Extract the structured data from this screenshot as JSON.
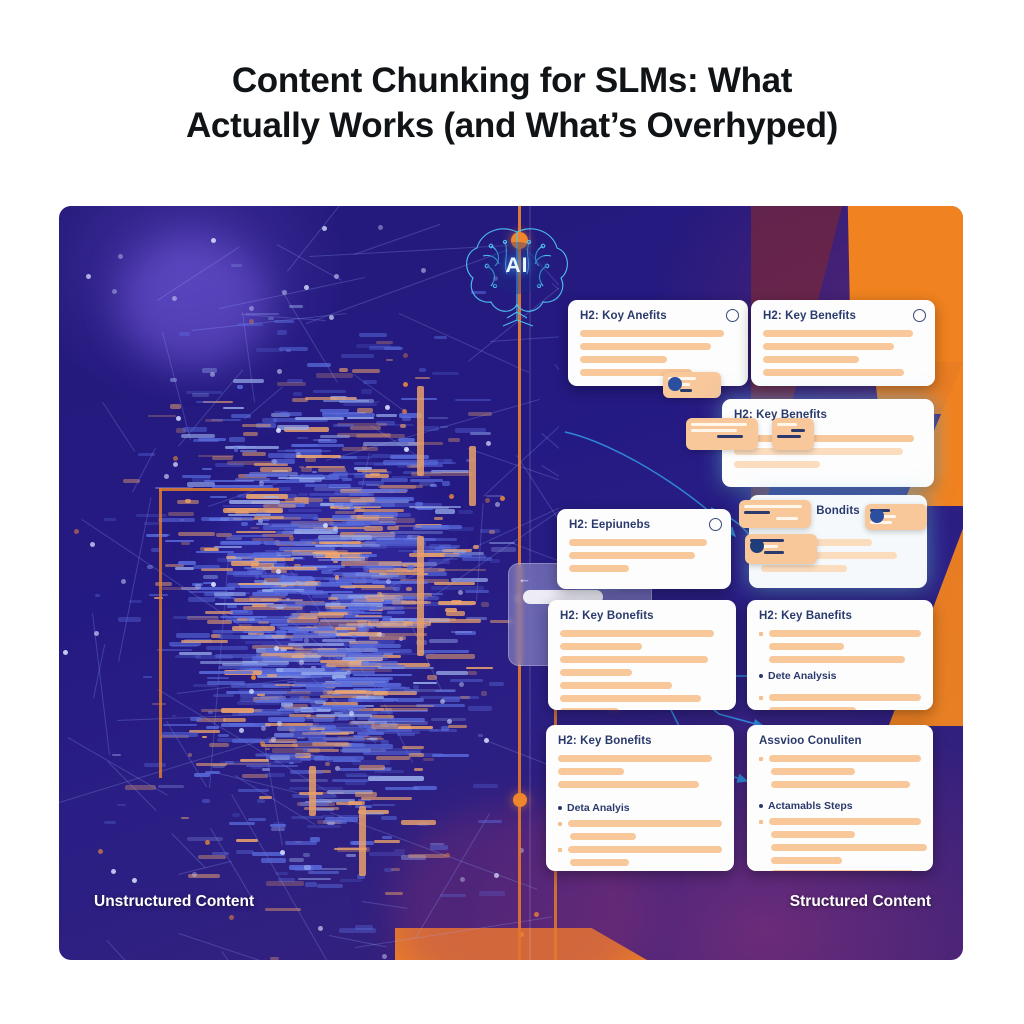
{
  "title": {
    "line1": "Content Chunking for SLMs: What",
    "line2": "Actually Works (and What’s Overhyped)"
  },
  "illustration": {
    "ai_badge": "AI",
    "caption_left": "Unstructured Content",
    "caption_right": "Structured Content",
    "colors": {
      "background_navy": "#24197a",
      "accent_orange": "#f0821f",
      "card_background": "#fdfdfd",
      "card_heading": "#2a3a6d",
      "bar_peach": "#f8c79a",
      "brain_cyan": "#4fc8f5",
      "arrow_blue": "#2f86d8",
      "maroon": "#6b2443"
    },
    "cards": [
      {
        "id": "card-1",
        "heading": "H2: Koy Anefits",
        "has_ring": true,
        "bars": 4,
        "bullets": []
      },
      {
        "id": "card-2",
        "heading": "H2: Key Benefits",
        "has_ring": true,
        "bars": 4,
        "bullets": []
      },
      {
        "id": "card-3",
        "heading": "H2: Key Benefits",
        "has_ring": false,
        "bars": 3,
        "bullets": []
      },
      {
        "id": "card-4",
        "heading": "H2: Eepiunebs",
        "has_ring": true,
        "bars": 3,
        "bullets": []
      },
      {
        "id": "card-5",
        "heading": "Bondits",
        "has_ring": false,
        "bars": 4,
        "bullets": []
      },
      {
        "id": "card-6",
        "heading": "H2: Key Bonefits",
        "has_ring": false,
        "bars": 6,
        "bullets": []
      },
      {
        "id": "card-7",
        "heading": "H2: Key Banefits",
        "has_ring": false,
        "bars": 3,
        "bullets": [
          "Dete Analysis"
        ]
      },
      {
        "id": "card-8",
        "heading": "H2: Key Bonefits",
        "has_ring": false,
        "bars": 3,
        "bullets": [
          "Deta Analyis"
        ]
      },
      {
        "id": "card-9",
        "heading": "Assvioo Conuliten",
        "has_ring": false,
        "bars": 3,
        "bullets": [
          "Actamabls Steps"
        ]
      }
    ],
    "icons": {
      "brain": "brain-icon",
      "back_arrow": "back-arrow-icon",
      "ring": "status-ring-icon",
      "chat": "chat-bubble-icon"
    }
  }
}
